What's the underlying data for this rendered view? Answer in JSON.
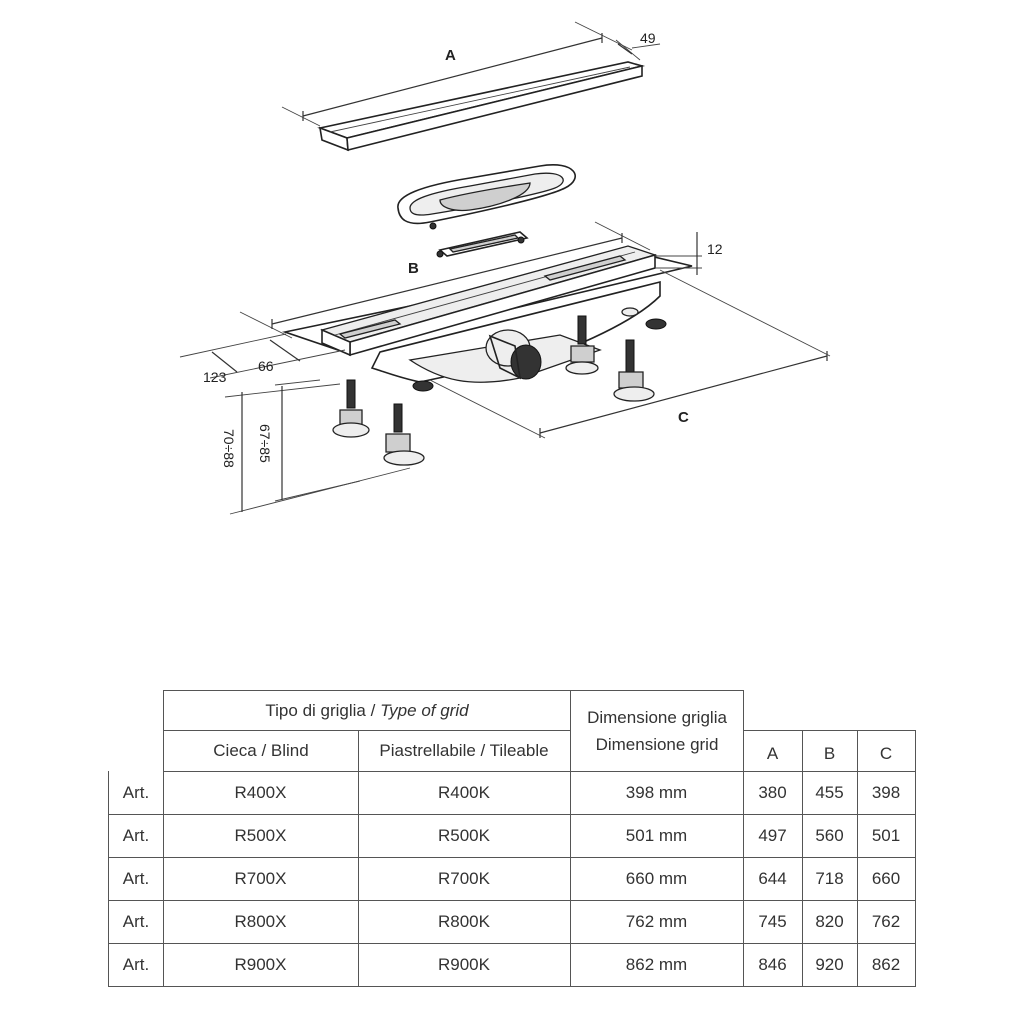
{
  "drawing": {
    "dims": {
      "a": "A",
      "b": "B",
      "c": "C",
      "d49": "49",
      "d12": "12",
      "d123": "123",
      "d66": "66",
      "d70_88": "70÷88",
      "d67_85": "67÷85"
    }
  },
  "table": {
    "header": {
      "group_plain": "Tipo di griglia / ",
      "group_italic": "Type of grid",
      "col_blind": "Cieca / Blind",
      "col_tileable": "Piastrellabile / Tileable",
      "dim_line1": "Dimensione griglia",
      "dim_line2": "Dimensione grid",
      "col_a": "A",
      "col_b": "B",
      "col_c": "C"
    },
    "rows": [
      {
        "label": "Art.",
        "blind": "R400X",
        "tileable": "R400K",
        "dim": "398 mm",
        "a": "380",
        "b": "455",
        "c": "398"
      },
      {
        "label": "Art.",
        "blind": "R500X",
        "tileable": "R500K",
        "dim": "501 mm",
        "a": "497",
        "b": "560",
        "c": "501"
      },
      {
        "label": "Art.",
        "blind": "R700X",
        "tileable": "R700K",
        "dim": "660 mm",
        "a": "644",
        "b": "718",
        "c": "660"
      },
      {
        "label": "Art.",
        "blind": "R800X",
        "tileable": "R800K",
        "dim": "762 mm",
        "a": "745",
        "b": "820",
        "c": "762"
      },
      {
        "label": "Art.",
        "blind": "R900X",
        "tileable": "R900K",
        "dim": "862 mm",
        "a": "846",
        "b": "920",
        "c": "862"
      }
    ]
  }
}
